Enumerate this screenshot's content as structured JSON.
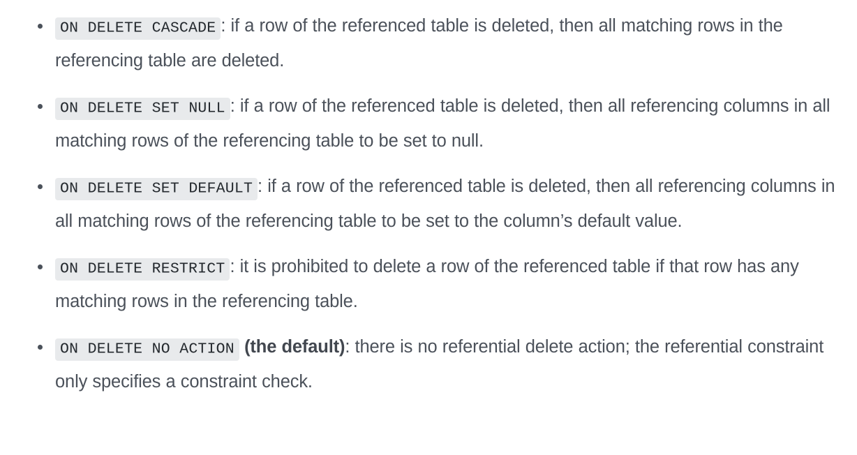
{
  "document": {
    "type": "bulleted-list",
    "topic": "SQL foreign key ON DELETE referential actions",
    "background_color": "#ffffff",
    "text_color": "#4b515a",
    "code_text_color": "#24292e",
    "code_background_color": "#e8eaec",
    "bullet_color": "#4b515a"
  },
  "list": {
    "items": [
      {
        "code": "ON DELETE CASCADE",
        "bold": "",
        "text": ": if a row of the referenced table is deleted, then all matching rows in the referencing table are deleted."
      },
      {
        "code": "ON DELETE SET NULL",
        "bold": "",
        "text": ": if a row of the referenced table is deleted, then all referencing columns in all matching rows of the referencing table to be set to null."
      },
      {
        "code": "ON DELETE SET DEFAULT",
        "bold": "",
        "text": ": if a row of the referenced table is deleted, then all referencing columns in all matching rows of the referencing table to be set to the column’s default value."
      },
      {
        "code": "ON DELETE RESTRICT",
        "bold": "",
        "text": ": it is prohibited to delete a row of the referenced table if that row has any matching rows in the referencing table."
      },
      {
        "code": "ON DELETE NO ACTION",
        "bold": "(the default)",
        "text": ": there is no referential delete action; the referential constraint only specifies a constraint check."
      }
    ]
  }
}
